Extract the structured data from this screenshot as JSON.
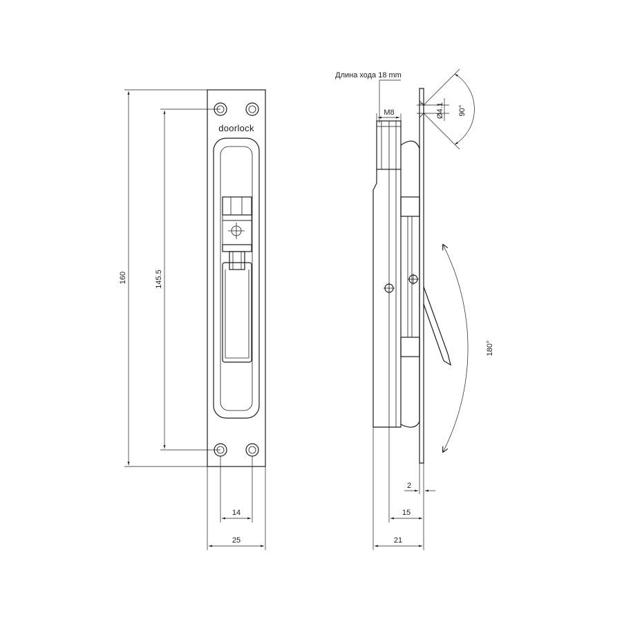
{
  "brand": "doorlock",
  "dimensions": {
    "total_height": "160",
    "hole_spacing": "145.5",
    "hole_distance": "14",
    "plate_width": "25",
    "bolt_travel": "Длина хода 18 mm",
    "thread": "M8",
    "hole_diameter": "Ø4.1",
    "countersink_angle": "90°",
    "lever_rotation": "180°",
    "plate_thickness": "2",
    "body_depth": "15",
    "overall_depth": "21"
  }
}
